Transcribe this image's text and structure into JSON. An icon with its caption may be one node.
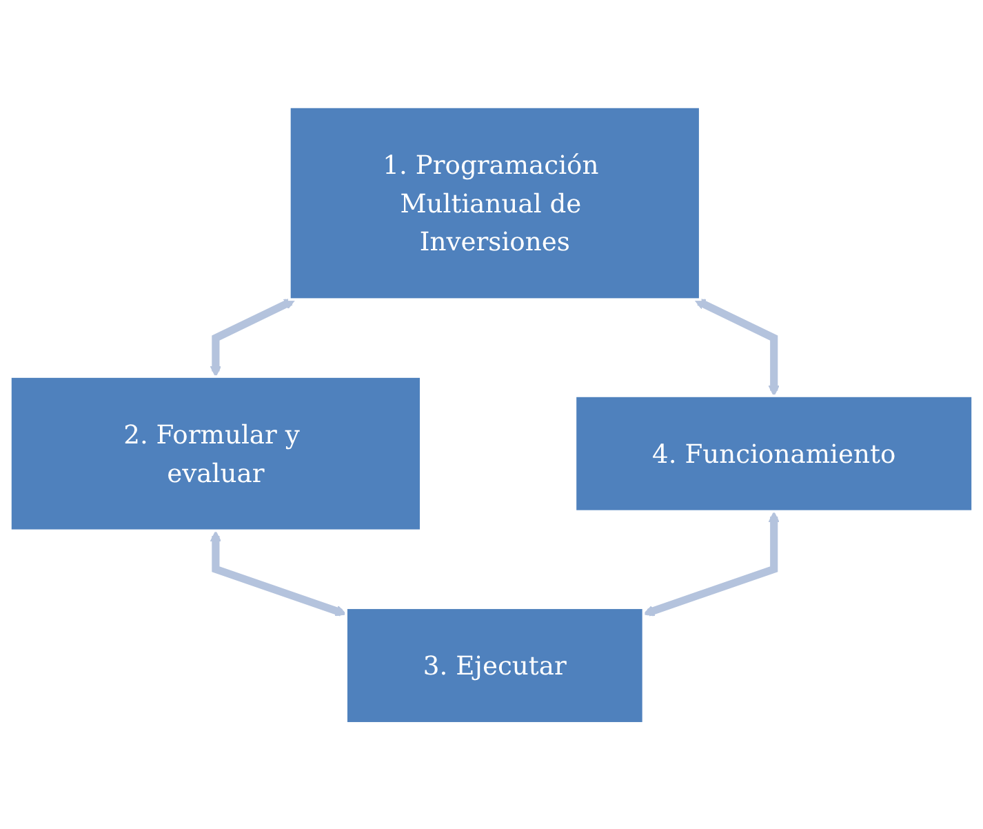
{
  "diagram": {
    "nodes": [
      {
        "text": [
          "1. Programación Multianual de Inversiones"
        ]
      },
      {
        "text": [
          "2. Formular y evaluar"
        ]
      },
      {
        "text": [
          "3. Ejecutar"
        ]
      },
      {
        "text": [
          "4. Funcionamiento"
        ]
      }
    ],
    "edges": [
      {
        "from": 0,
        "to": 1,
        "arrow": "both"
      },
      {
        "from": 1,
        "to": 2,
        "arrow": "both"
      },
      {
        "from": 2,
        "to": 3,
        "arrow": "both"
      },
      {
        "from": 3,
        "to": 0,
        "arrow": "both"
      }
    ]
  }
}
